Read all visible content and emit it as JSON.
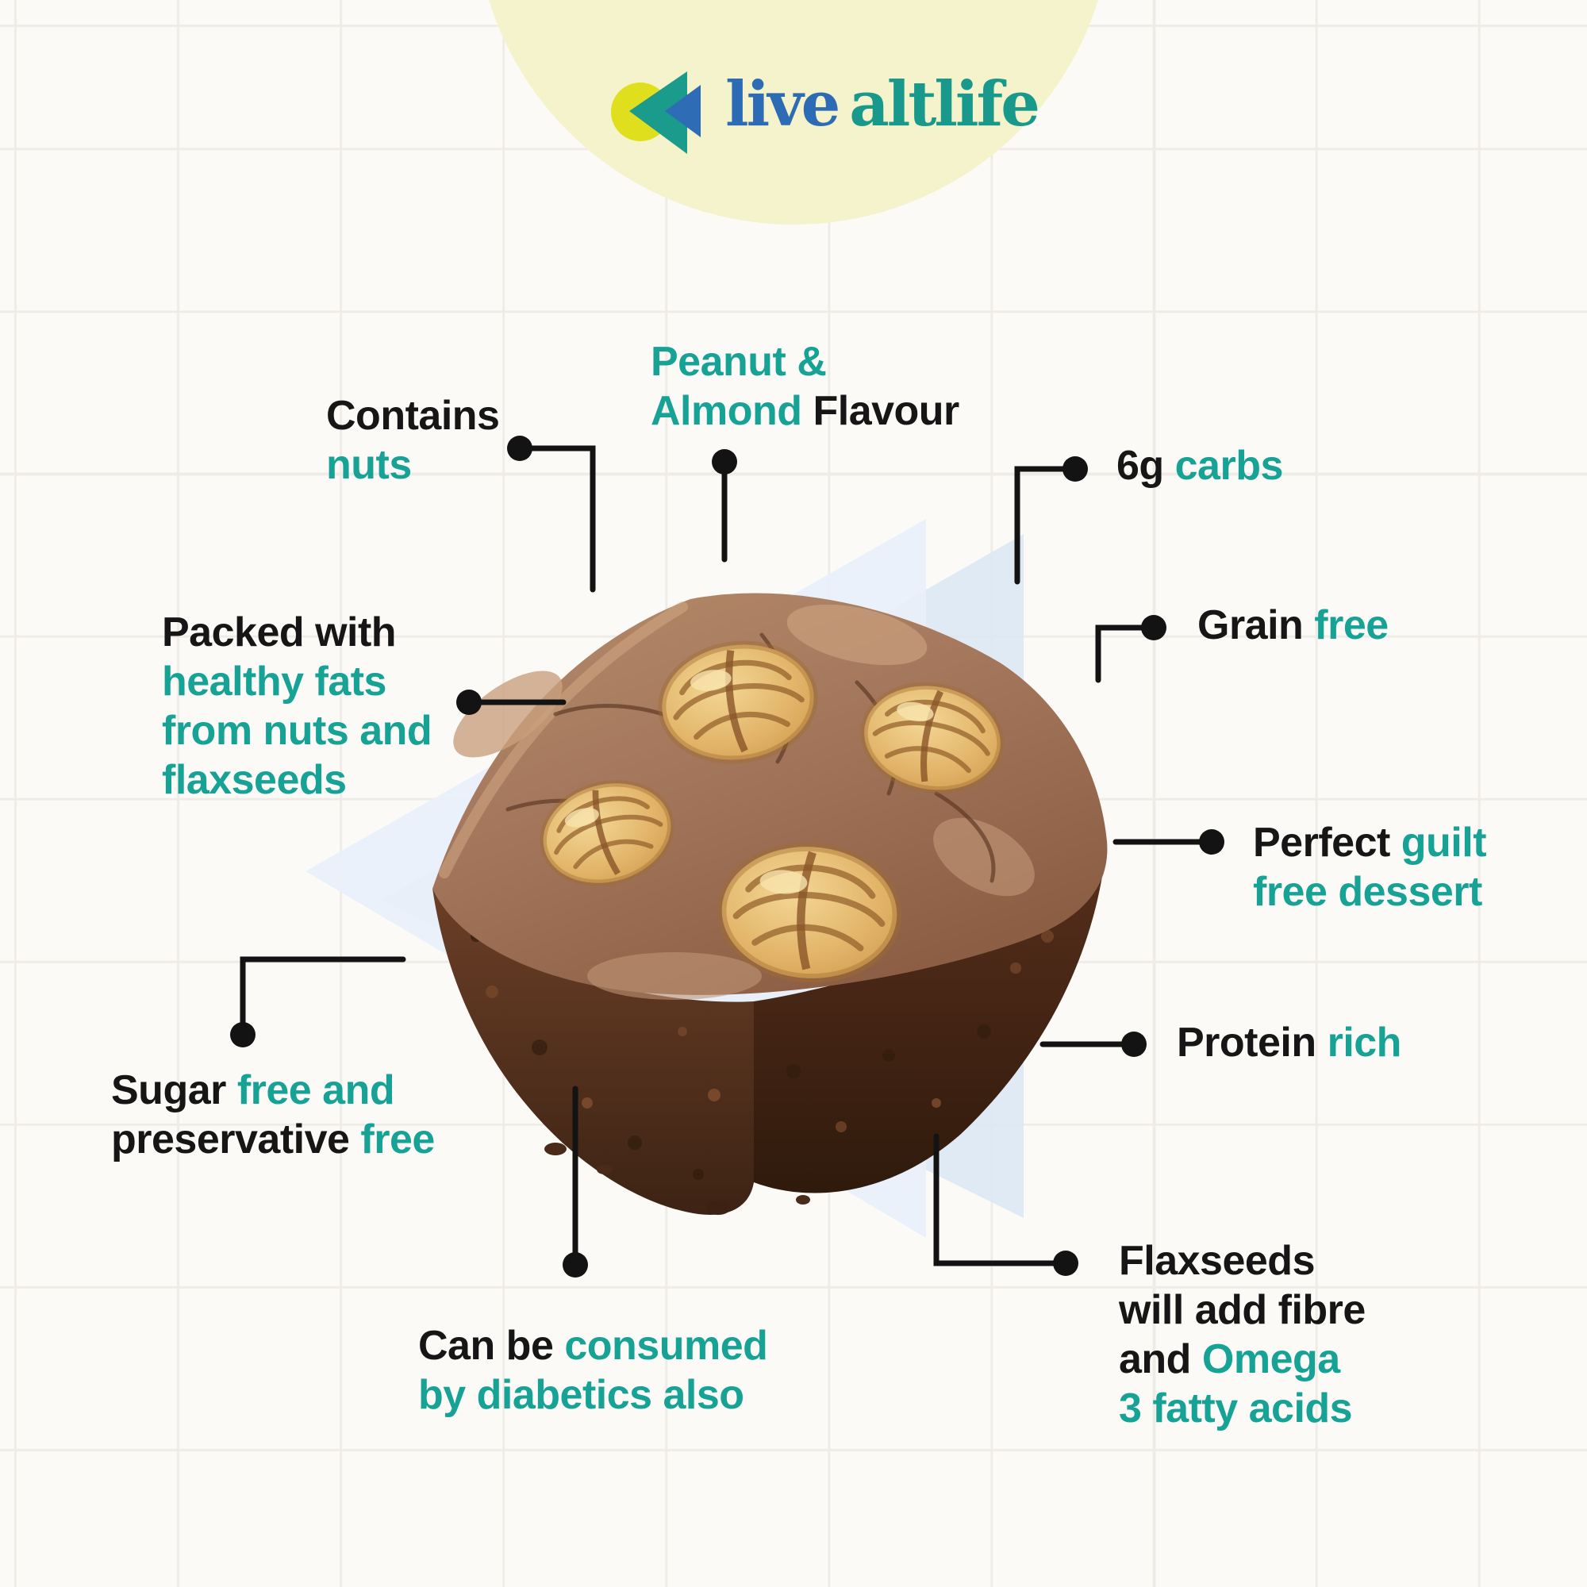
{
  "brand": {
    "logo_live": "live",
    "logo_altlife": "altlife",
    "icon": "double-back-arrow-icon"
  },
  "colors": {
    "teal_accent": "#16a295",
    "text_dark": "#161616",
    "logo_blue": "#2d6cb4",
    "logo_teal": "#1b9b8b",
    "logo_dot_yellow": "#dfdf1e",
    "header_circle_yellow": "#f5f3cb",
    "triangle_blue_back": "#dbe6f3",
    "triangle_blue_front": "#e9effa",
    "connector_black": "#131313"
  },
  "callouts": {
    "contains_nuts": {
      "l1_black": "Contains",
      "l2_teal": "nuts"
    },
    "peanut_almond": {
      "l1_teal": "Peanut &",
      "l2_teal": "Almond",
      "l2_black": " Flavour"
    },
    "carbs": {
      "black": "6g ",
      "teal": "carbs"
    },
    "grain_free": {
      "black": "Grain ",
      "teal": "free"
    },
    "packed": {
      "l1_black": "Packed with",
      "l2_teal": "healthy fats",
      "l3_teal": "from nuts and",
      "l4_teal": "flaxseeds"
    },
    "perfect": {
      "l1_black": "Perfect ",
      "l1_teal": "guilt",
      "l2_teal": "free dessert"
    },
    "sugar": {
      "l1_black": "Sugar ",
      "l1_teal": "free and",
      "l2_black": "preservative ",
      "l2_teal": "free"
    },
    "protein": {
      "black": "Protein ",
      "teal": "rich"
    },
    "consumed": {
      "l1_black": "Can be ",
      "l1_teal": "consumed",
      "l2_teal": "by diabetics also"
    },
    "flaxseeds": {
      "l1_black": "Flaxseeds",
      "l2_black": "will add fibre",
      "l3_black": "and ",
      "l3_teal": "Omega",
      "l4_teal": "3 fatty acids"
    }
  }
}
